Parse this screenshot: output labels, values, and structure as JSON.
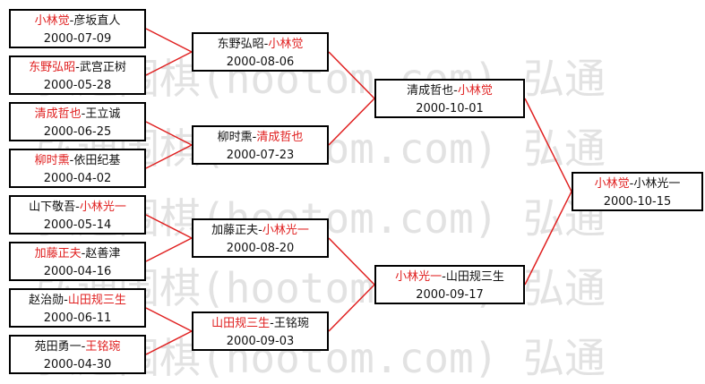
{
  "colors": {
    "connector": "#e02020",
    "winner_text": "#e02020",
    "box_border": "#000000",
    "watermark": "#e2e2e2"
  },
  "watermark": {
    "text": "弘通围棋(hootom.com) 弘通"
  },
  "bracket": {
    "round1": [
      {
        "player1": "小林觉",
        "sep": "-",
        "player2": "彦坂直人",
        "date": "2000-07-09",
        "winner": 1
      },
      {
        "player1": "东野弘昭",
        "sep": "-",
        "player2": "武宫正树",
        "date": "2000-05-28",
        "winner": 1
      },
      {
        "player1": "清成哲也",
        "sep": "-",
        "player2": "王立诚",
        "date": "2000-06-25",
        "winner": 1
      },
      {
        "player1": "柳时熏",
        "sep": "-",
        "player2": "依田纪基",
        "date": "2000-04-02",
        "winner": 1
      },
      {
        "player1": "山下敬吾",
        "sep": "-",
        "player2": "小林光一",
        "date": "2000-05-14",
        "winner": 2
      },
      {
        "player1": "加藤正夫",
        "sep": "-",
        "player2": "赵善津",
        "date": "2000-04-16",
        "winner": 1
      },
      {
        "player1": "赵治勋",
        "sep": "-",
        "player2": "山田规三生",
        "date": "2000-06-11",
        "winner": 2
      },
      {
        "player1": "苑田勇一",
        "sep": "-",
        "player2": "王铭琬",
        "date": "2000-04-30",
        "winner": 2
      }
    ],
    "round2": [
      {
        "player1": "东野弘昭",
        "sep": "-",
        "player2": "小林觉",
        "date": "2000-08-06",
        "winner": 2
      },
      {
        "player1": "柳时熏",
        "sep": "-",
        "player2": "清成哲也",
        "date": "2000-07-23",
        "winner": 2
      },
      {
        "player1": "加藤正夫",
        "sep": "-",
        "player2": "小林光一",
        "date": "2000-08-20",
        "winner": 2
      },
      {
        "player1": "山田规三生",
        "sep": "-",
        "player2": "王铭琬",
        "date": "2000-09-03",
        "winner": 1
      }
    ],
    "round3": [
      {
        "player1": "清成哲也",
        "sep": "-",
        "player2": "小林觉",
        "date": "2000-10-01",
        "winner": 2
      },
      {
        "player1": "小林光一",
        "sep": "-",
        "player2": "山田规三生",
        "date": "2000-09-17",
        "winner": 1
      }
    ],
    "final": [
      {
        "player1": "小林觉",
        "sep": "-",
        "player2": "小林光一",
        "date": "2000-10-15",
        "winner": 1
      }
    ]
  }
}
